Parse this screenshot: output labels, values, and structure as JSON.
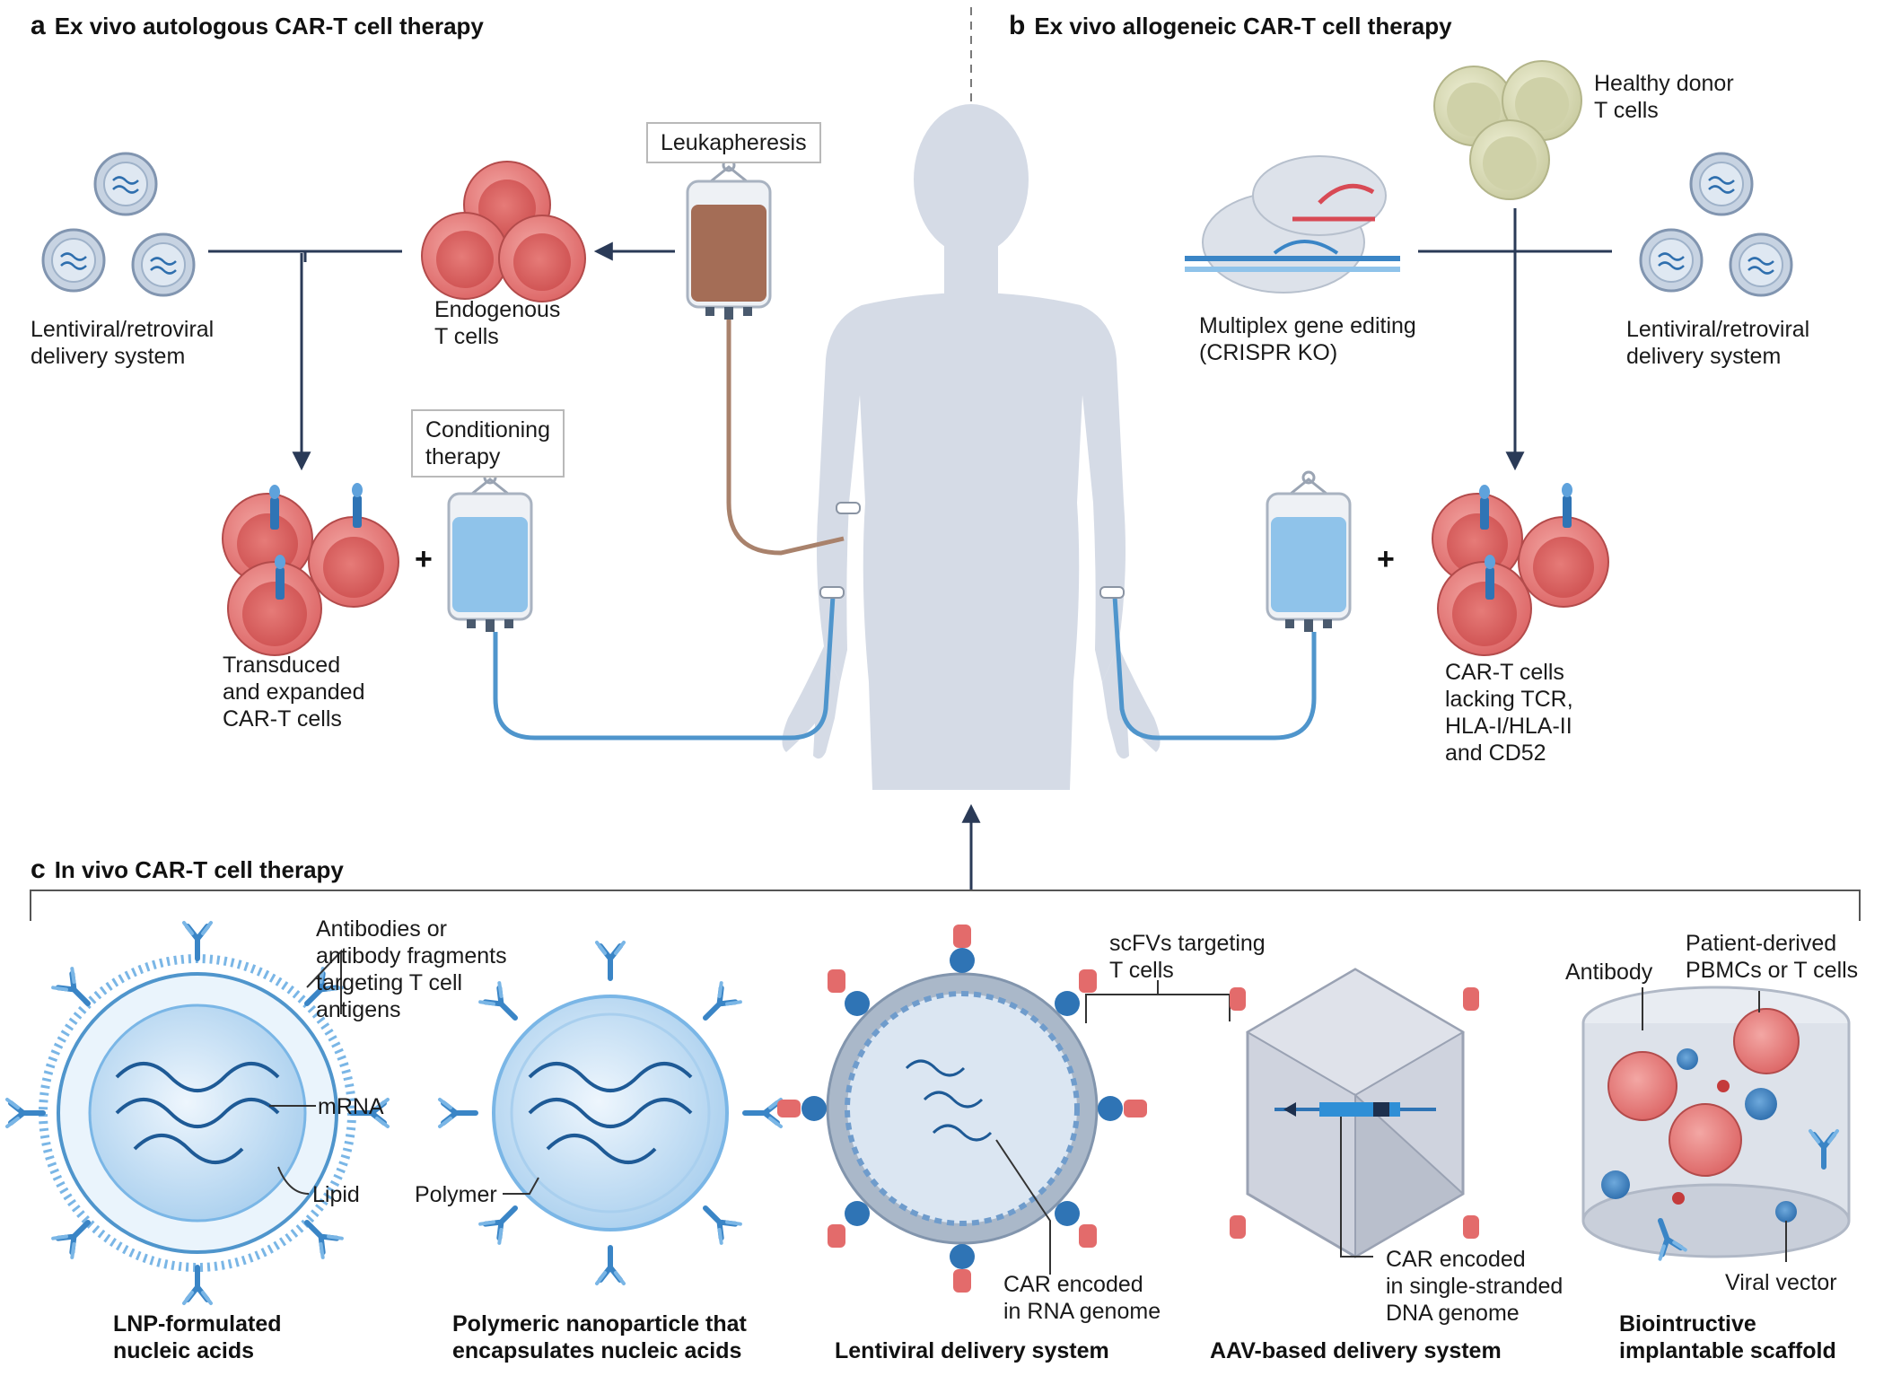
{
  "colors": {
    "arrow": "#2a3a57",
    "body_silhouette": "#d5dbe6",
    "t_cell": "#e26c6c",
    "donor_cell": "#d7d8b4",
    "bag_blood": "#a46d56",
    "bag_fluid": "#8fc3ea",
    "car_receptor": "#2f74b5",
    "tube_blue": "#4f95cc"
  },
  "panel_a": {
    "letter": "a",
    "title": "Ex vivo autologous CAR-T cell therapy",
    "lentiviral_label": "Lentiviral/retroviral\ndelivery system",
    "endogenous_label": "Endogenous\nT cells",
    "leukapheresis_label": "Leukapheresis",
    "conditioning_label": "Conditioning\ntherapy",
    "transduced_label": "Transduced\nand expanded\nCAR-T cells",
    "plus": "+"
  },
  "panel_b": {
    "letter": "b",
    "title": "Ex vivo allogeneic CAR-T cell therapy",
    "healthy_donor_label": "Healthy donor\nT cells",
    "gene_editing_label": "Multiplex gene editing\n(CRISPR KO)",
    "lentiviral_label": "Lentiviral/retroviral\ndelivery system",
    "car_t_label": "CAR-T cells\nlacking TCR,\nHLA-I/HLA-II\nand CD52",
    "plus": "+"
  },
  "panel_c": {
    "letter": "c",
    "title": "In vivo CAR-T cell therapy",
    "antibodies_label": "Antibodies or\nantibody fragments\ntargeting T cell\nantigens",
    "mrna_label": "mRNA",
    "lipid_label": "Lipid",
    "polymer_label": "Polymer",
    "scfv_label": "scFVs targeting\nT cells",
    "car_rna_label": "CAR encoded\nin RNA genome",
    "car_dna_label": "CAR encoded\nin single-stranded\nDNA genome",
    "antibody_label": "Antibody",
    "pbmc_label": "Patient-derived\nPBMCs or T cells",
    "viral_vector_label": "Viral vector",
    "lnp_title": "LNP-formulated\nnucleic acids",
    "polymeric_title": "Polymeric nanoparticle that\nencapsulates nucleic acids",
    "lentiviral_title": "Lentiviral delivery system",
    "aav_title": "AAV-based delivery system",
    "scaffold_title": "Biointructive\nimplantable scaffold"
  }
}
